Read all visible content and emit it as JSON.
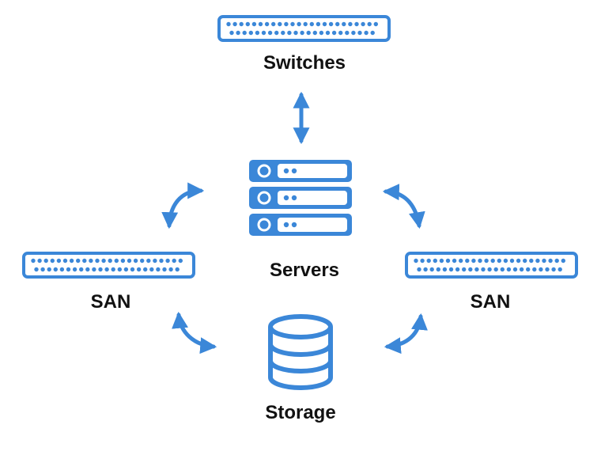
{
  "accent_color": "#3b87d8",
  "text_color": "#111111",
  "nodes": {
    "switches": {
      "label": "Switches",
      "icon": "switch-icon"
    },
    "servers": {
      "label": "Servers",
      "icon": "server-rack-icon"
    },
    "san_left": {
      "label": "SAN",
      "icon": "switch-icon"
    },
    "san_right": {
      "label": "SAN",
      "icon": "switch-icon"
    },
    "storage": {
      "label": "Storage",
      "icon": "database-icon"
    }
  },
  "connections": [
    {
      "from": "switches",
      "to": "servers",
      "style": "straight-double-arrow"
    },
    {
      "from": "servers",
      "to": "san_left",
      "style": "curved-double-arrow"
    },
    {
      "from": "servers",
      "to": "san_right",
      "style": "curved-double-arrow"
    },
    {
      "from": "san_left",
      "to": "storage",
      "style": "curved-double-arrow"
    },
    {
      "from": "san_right",
      "to": "storage",
      "style": "curved-double-arrow"
    }
  ]
}
